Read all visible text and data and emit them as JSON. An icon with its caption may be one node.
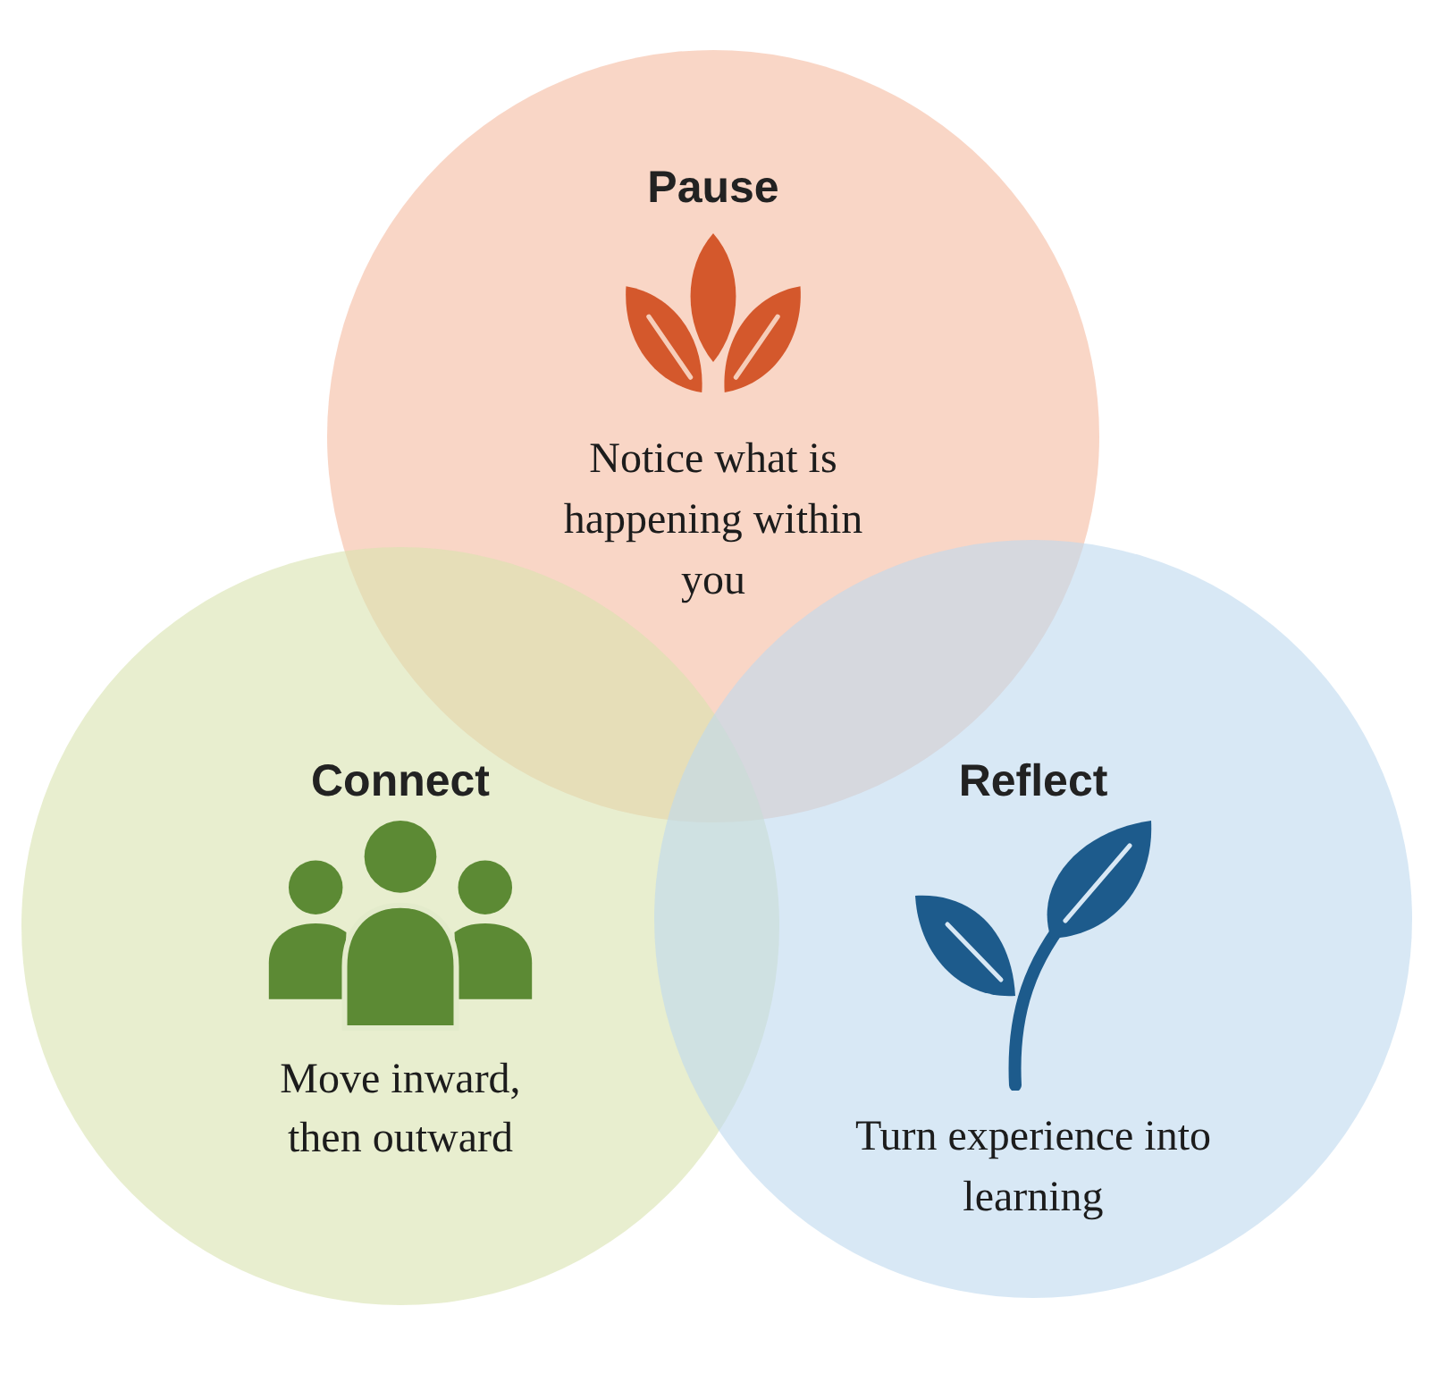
{
  "diagram": {
    "nodes": [
      {
        "text": [
          "Pause",
          "Notice what is happening within you"
        ]
      },
      {
        "text": [
          "Connect",
          "Move inward, then outward"
        ]
      },
      {
        "text": [
          "Reflect",
          "Turn experience into learning"
        ]
      }
    ]
  }
}
